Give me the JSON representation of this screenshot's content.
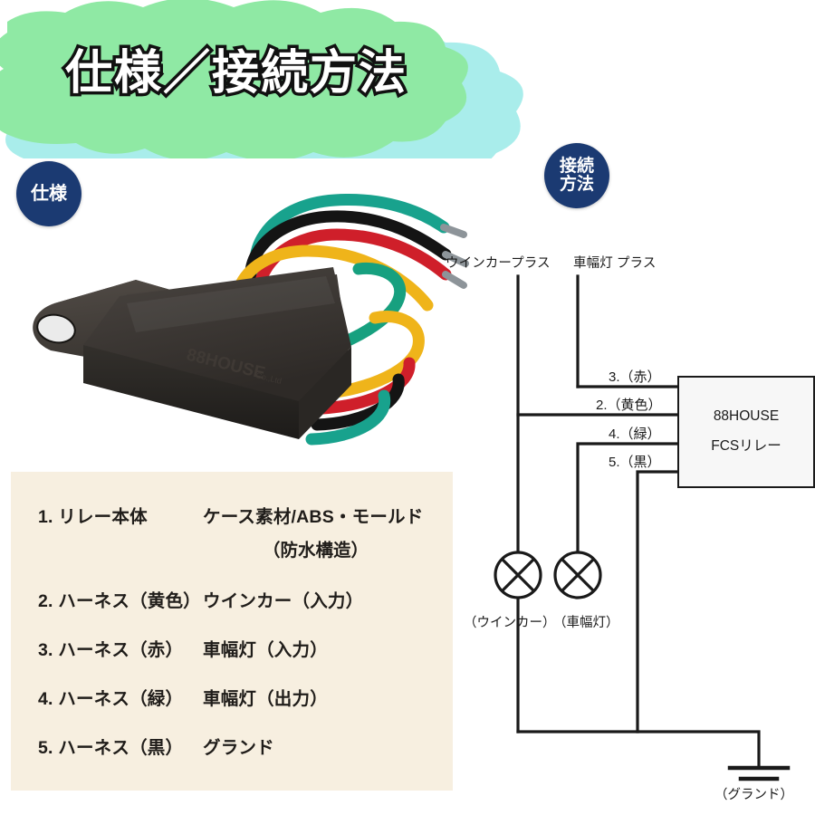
{
  "header": {
    "title": "仕様／接続方法",
    "cloud_green": "#8fe9a4",
    "cloud_cyan": "#a9edeb"
  },
  "badges": {
    "spec": {
      "line1": "仕様"
    },
    "connection": {
      "line1": "接続",
      "line2": "方法"
    },
    "color": "#1b3a72"
  },
  "product_photo": {
    "alt": "88HOUSE FCS relay module with five colored harness wires",
    "body_color": "#2f2b28",
    "wire_colors": [
      "#1fa38f",
      "#171717",
      "#d4202a",
      "#f0b51c",
      "#17a07f"
    ]
  },
  "spec_panel": {
    "background": "#f7efe0",
    "rows": [
      {
        "left": "1. リレー本体",
        "right": "ケース素材/ABS・モールド",
        "sub": "（防水構造）"
      },
      {
        "left": "2. ハーネス（黄色）",
        "right": "ウインカー（入力）",
        "sub": ""
      },
      {
        "left": "3. ハーネス（赤）",
        "right": "車幅灯（入力）",
        "sub": ""
      },
      {
        "left": "4. ハーネス（緑）",
        "right": "車幅灯（出力）",
        "sub": ""
      },
      {
        "left": "5. ハーネス（黒）",
        "right": "グランド",
        "sub": ""
      }
    ]
  },
  "diagram": {
    "source_labels": {
      "winker_plus": "ウインカープラス",
      "marker_plus": "車幅灯 プラス"
    },
    "wire_labels": {
      "w3": "3.（赤）",
      "w2": "2.（黄色）",
      "w4": "4.（緑）",
      "w5": "5.（黒）"
    },
    "relay": {
      "line1": "88HOUSE",
      "line2": "FCSリレー"
    },
    "lamps": [
      {
        "name": "（ウインカー）"
      },
      {
        "name": "（車幅灯）"
      }
    ],
    "ground_label": "（グランド）",
    "line_color": "#1a1a1a"
  }
}
